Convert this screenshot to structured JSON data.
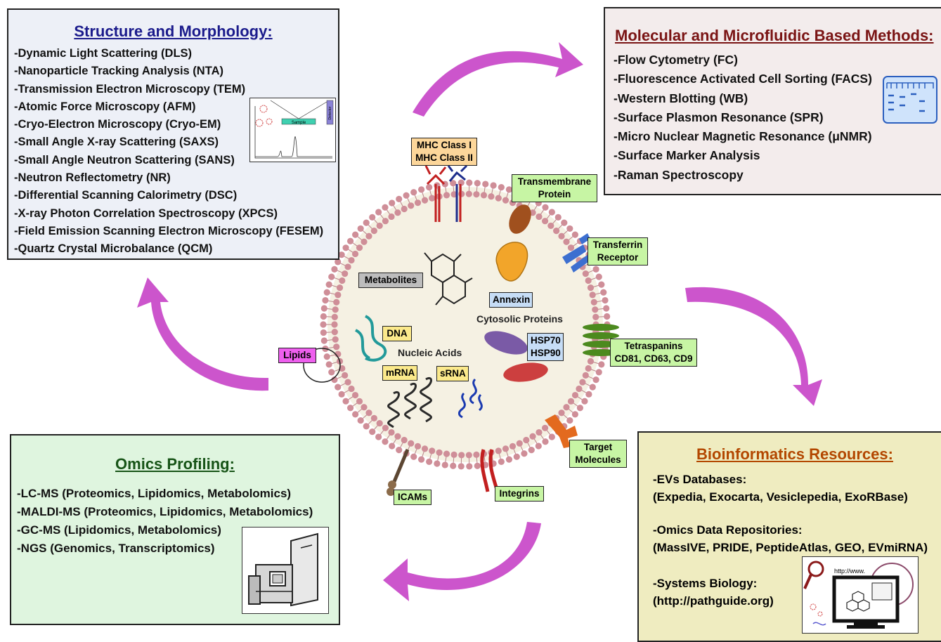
{
  "structure": {
    "title": "Structure and Morphology:",
    "items": [
      "-Dynamic Light Scattering (DLS)",
      "-Nanoparticle Tracking Analysis (NTA)",
      "-Transmission Electron Microscopy (TEM)",
      "-Atomic Force Microscopy (AFM)",
      "-Cryo-Electron Microscopy (Cryo-EM)",
      "-Small Angle X-ray Scattering (SAXS)",
      "-Small Angle Neutron Scattering (SANS)",
      "-Neutron Reflectometry (NR)",
      "-Differential Scanning Calorimetry (DSC)",
      "-X-ray Photon Correlation Spectroscopy (XPCS)",
      "-Field Emission Scanning Electron Microscopy (FESEM)",
      "-Quartz Crystal Microbalance (QCM)"
    ],
    "inset": {
      "sample_label": "Sample",
      "detector_label": "Detector"
    }
  },
  "molecular": {
    "title": "Molecular and Microfluidic Based Methods:",
    "items": [
      "-Flow Cytometry (FC)",
      "-Fluorescence Activated Cell Sorting (FACS)",
      "-Western Blotting (WB)",
      "-Surface Plasmon Resonance (SPR)",
      "-Micro Nuclear Magnetic Resonance (μNMR)",
      "-Surface Marker Analysis",
      "-Raman Spectroscopy"
    ]
  },
  "omics": {
    "title": "Omics Profiling:",
    "items": [
      "-LC-MS (Proteomics, Lipidomics, Metabolomics)",
      "-MALDI-MS (Proteomics, Lipidomics, Metabolomics)",
      "-GC-MS (Lipidomics, Metabolomics)",
      "-NGS (Genomics, Transcriptomics)"
    ]
  },
  "bioinformatics": {
    "title": "Bioinformatics Resources:",
    "blocks": [
      {
        "head": "-EVs Databases:",
        "body": "(Expedia, Exocarta, Vesiclepedia, ExoRBase)"
      },
      {
        "head": "-Omics Data Repositories:",
        "body": "(MassIVE, PRIDE, PeptideAtlas, GEO, EVmiRNA)"
      },
      {
        "head": "-Systems Biology:",
        "body": "(http://pathguide.org)"
      }
    ],
    "inset_url": "http://www."
  },
  "vesicle": {
    "labels": {
      "mhc_1": "MHC Class I",
      "mhc_2": "MHC Class II",
      "transmembrane_1": "Transmembrane",
      "transmembrane_2": "Protein",
      "transferrin_1": "Transferrin",
      "transferrin_2": "Receptor",
      "tetraspanins_1": "Tetraspanins",
      "tetraspanins_2": "CD81, CD63, CD9",
      "target_1": "Target",
      "target_2": "Molecules",
      "integrins": "Integrins",
      "icams": "ICAMs",
      "lipids": "Lipids",
      "metabolites": "Metabolites",
      "annexin": "Annexin",
      "cytosolic": "Cytosolic Proteins",
      "hsp70": "HSP70",
      "hsp90": "HSP90",
      "dna": "DNA",
      "nucleic": "Nucleic Acids",
      "mrna": "mRNA",
      "srna": "sRNA"
    }
  },
  "colors": {
    "arrow": "#cc55cc",
    "membrane_head": "#cf8e98",
    "vesicle_fill": "#f5f1e3"
  }
}
